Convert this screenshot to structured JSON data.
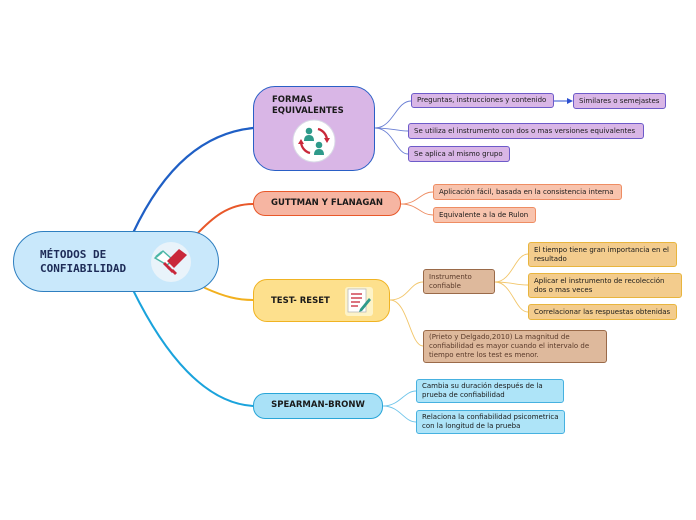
{
  "root": {
    "label": "MÉTODOS DE\nCONFIABILIDAD",
    "icon": "handshake-icon"
  },
  "branches": [
    {
      "id": "formas",
      "label": "FORMAS\nEQUIVALENTES",
      "icon": "people-exchange-icon",
      "color": "#1f5fc5",
      "children": [
        {
          "label": "Preguntas, instrucciones y contenido",
          "children": [
            {
              "label": "Similares o semejastes"
            }
          ]
        },
        {
          "label": "Se utiliza el instrumento con dos o mas versiones equivalentes"
        },
        {
          "label": "Se aplica al mismo grupo"
        }
      ]
    },
    {
      "id": "guttman",
      "label": "GUTTMAN Y FLANAGAN",
      "color": "#e8582a",
      "children": [
        {
          "label": "Aplicación fácil, basada en la consistencia interna"
        },
        {
          "label": "Equivalente a la de Rulon"
        }
      ]
    },
    {
      "id": "test",
      "label": "TEST- RESET",
      "icon": "document-pen-icon",
      "color": "#f2b01e",
      "children": [
        {
          "label": "Instrumento confiable",
          "children": [
            {
              "label": "El tiempo tiene gran importancia en el resultado"
            },
            {
              "label": "Aplicar el instrumento de recolección dos o mas veces"
            },
            {
              "label": "Correlacionar las respuestas obtenidas"
            }
          ]
        },
        {
          "label": "(Prieto y Delgado,2010) La magnitud de confiabilidad es mayor cuando el intervalo de tiempo entre los test es menor."
        }
      ]
    },
    {
      "id": "spearman",
      "label": "SPEARMAN-BRONW",
      "color": "#1aa3dc",
      "children": [
        {
          "label": "Cambia su duración después de la prueba de confiabilidad"
        },
        {
          "label": "Relaciona la confiabilidad psicometrica con la longitud de la prueba"
        }
      ]
    }
  ]
}
